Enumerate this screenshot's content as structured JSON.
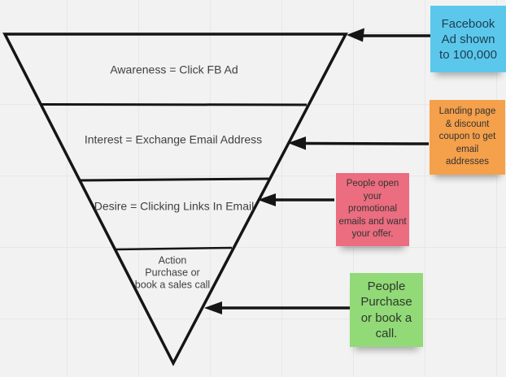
{
  "board": {
    "background_color": "#f2f2f2",
    "grid_line_color": "#e7e7e7",
    "stroke_color": "#151515"
  },
  "funnel": {
    "type": "inverted-funnel",
    "levels": [
      {
        "name": "awareness",
        "label": "Awareness = Click FB Ad"
      },
      {
        "name": "interest",
        "label": "Interest = Exchange Email Address"
      },
      {
        "name": "desire",
        "label": "Desire = Clicking Links In Email"
      },
      {
        "name": "action",
        "label": "Action\nPurchase or\nbook a sales call"
      }
    ]
  },
  "notes": [
    {
      "name": "facebook-ad",
      "text": "Facebook\nAd shown\nto 100,000",
      "color": "#5bc8eb"
    },
    {
      "name": "landing-page",
      "text": "Landing page\n& discount\ncoupon to get\nemail\naddresses",
      "color": "#f5a04a"
    },
    {
      "name": "people-open",
      "text": "People open\nyour\npromotional\nemails and want\nyour offer.",
      "color": "#eb6d7f"
    },
    {
      "name": "people-purchase",
      "text": "People\nPurchase\nor book a\ncall.",
      "color": "#92d978"
    }
  ]
}
